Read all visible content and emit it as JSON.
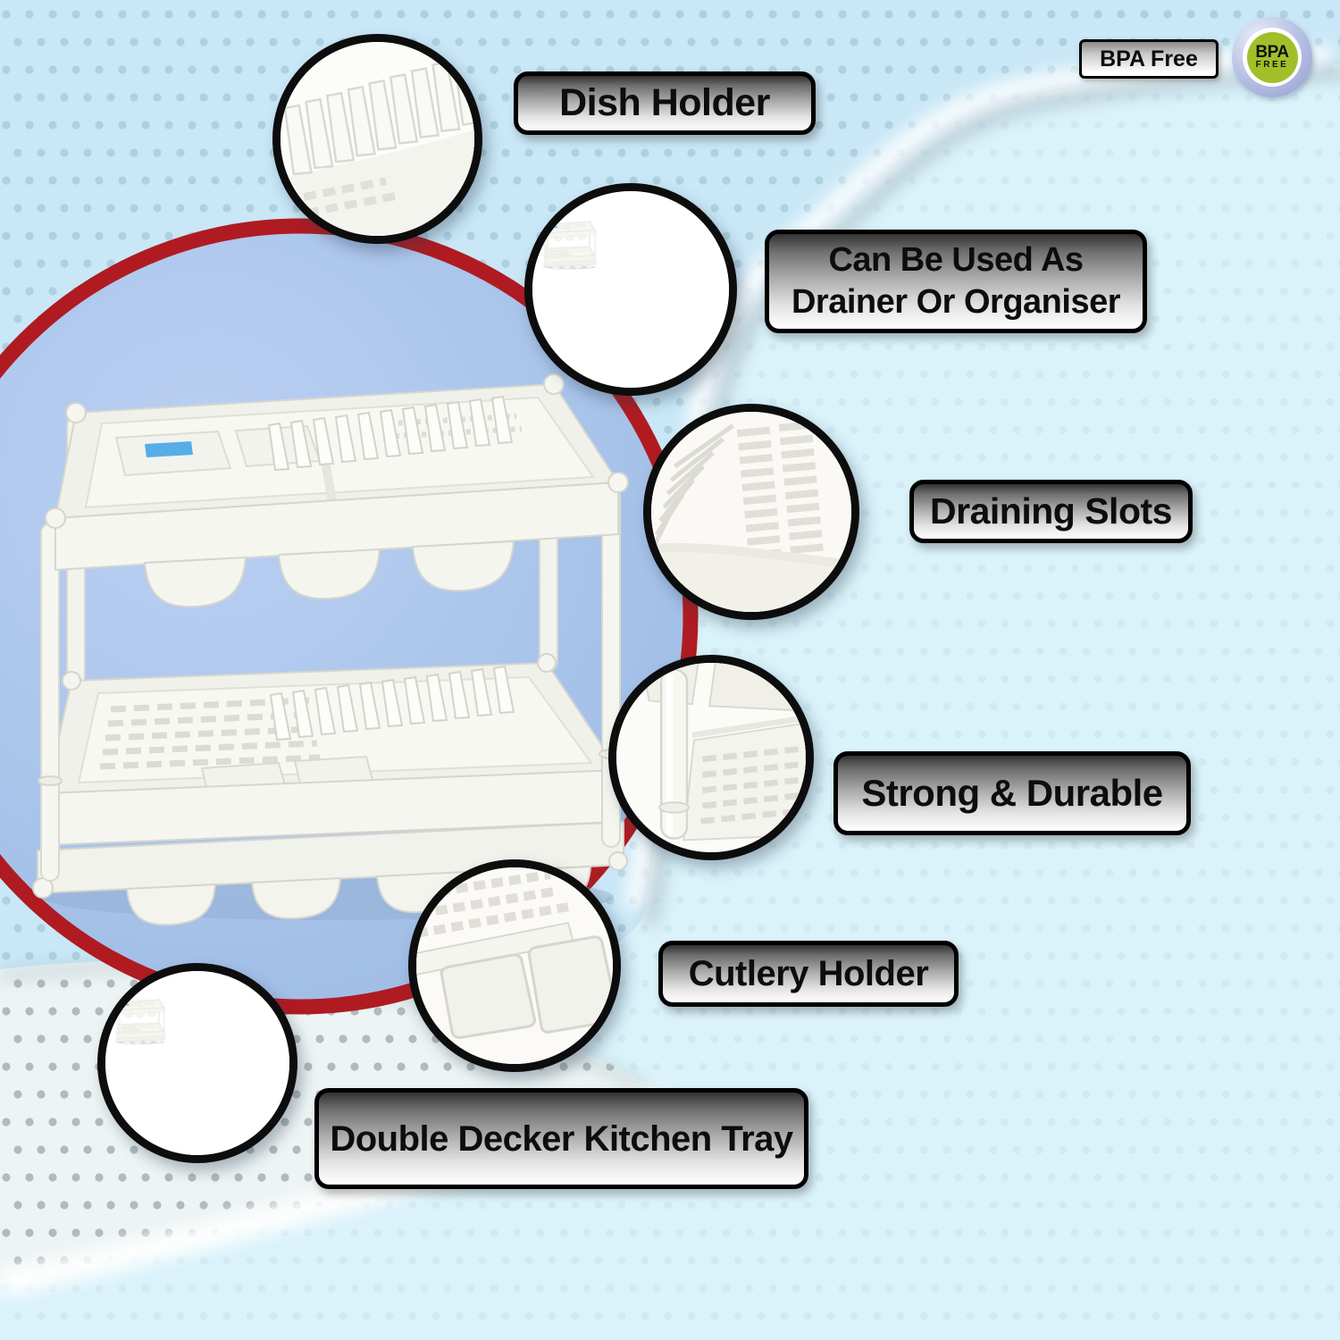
{
  "page": {
    "title": "Double Decker Kitchen Tray product infographic"
  },
  "top_right": {
    "bpa_box_label": "BPA Free",
    "bpa_badge": {
      "line1": "BPA",
      "line2": "FREE"
    }
  },
  "callouts": {
    "dish_holder": {
      "label": "Dish Holder"
    },
    "usage": {
      "line1": "Can Be Used As",
      "line2": "Drainer Or Organiser"
    },
    "draining_slots": {
      "label": "Draining Slots"
    },
    "strong_durable": {
      "label": "Strong & Durable"
    },
    "cutlery_holder": {
      "label": "Cutlery Holder"
    },
    "product_name": {
      "label": "Double Decker Kitchen Tray"
    }
  },
  "colors": {
    "ring_red": "#b01b22",
    "circle_fill": "#a9c4ea",
    "sheet_blue": "#c9e7f6",
    "under_cyan": "#daf2fa",
    "sheet_white": "#edf4f4",
    "label_border": "#000000",
    "badge_green": "#a2bf2a",
    "badge_ring": "#a9b3dd",
    "sticker_blue": "#57ade7"
  }
}
